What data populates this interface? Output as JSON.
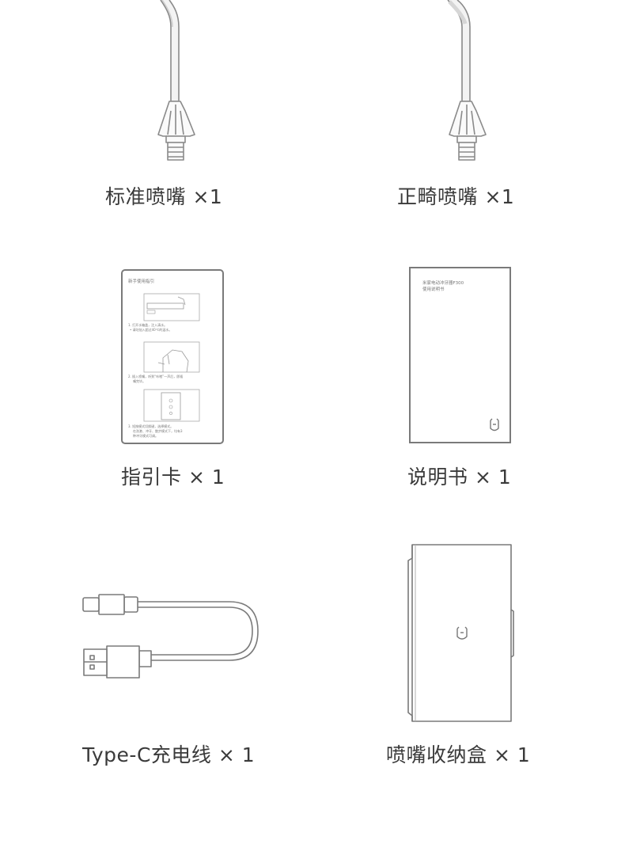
{
  "items": [
    {
      "label": "标准喷嘴 ×1"
    },
    {
      "label": "正畸喷嘴 ×1"
    },
    {
      "label": "指引卡 × 1"
    },
    {
      "label": "说明书 × 1"
    },
    {
      "label": "Type-C充电线 × 1"
    },
    {
      "label": "喷嘴收纳盒 × 1"
    }
  ],
  "guide_card": {
    "title": "新手使用指引",
    "step1_line1": "1. 打开水箱盖，注入清水。",
    "step1_line2": "• 请勿加入超过40℃的温水。",
    "step2_line1": "2. 插入喷嘴，听到“咔嗒”一声后，即插",
    "step2_line2": "嘴完毕。",
    "step3_line1": "3. 短按模式切换键，选择模式。",
    "step3_line2": "在洗漱、冲牙、散步模式下，均有3",
    "step3_line3": "种冲牙模式可调。"
  },
  "manual": {
    "line1": "米家电动冲牙器F300",
    "line2": "使用说明书"
  },
  "colors": {
    "outline": "#8a8a8a",
    "nozzle_tip": "#cfcfcf",
    "label": "#3a3a3a"
  }
}
